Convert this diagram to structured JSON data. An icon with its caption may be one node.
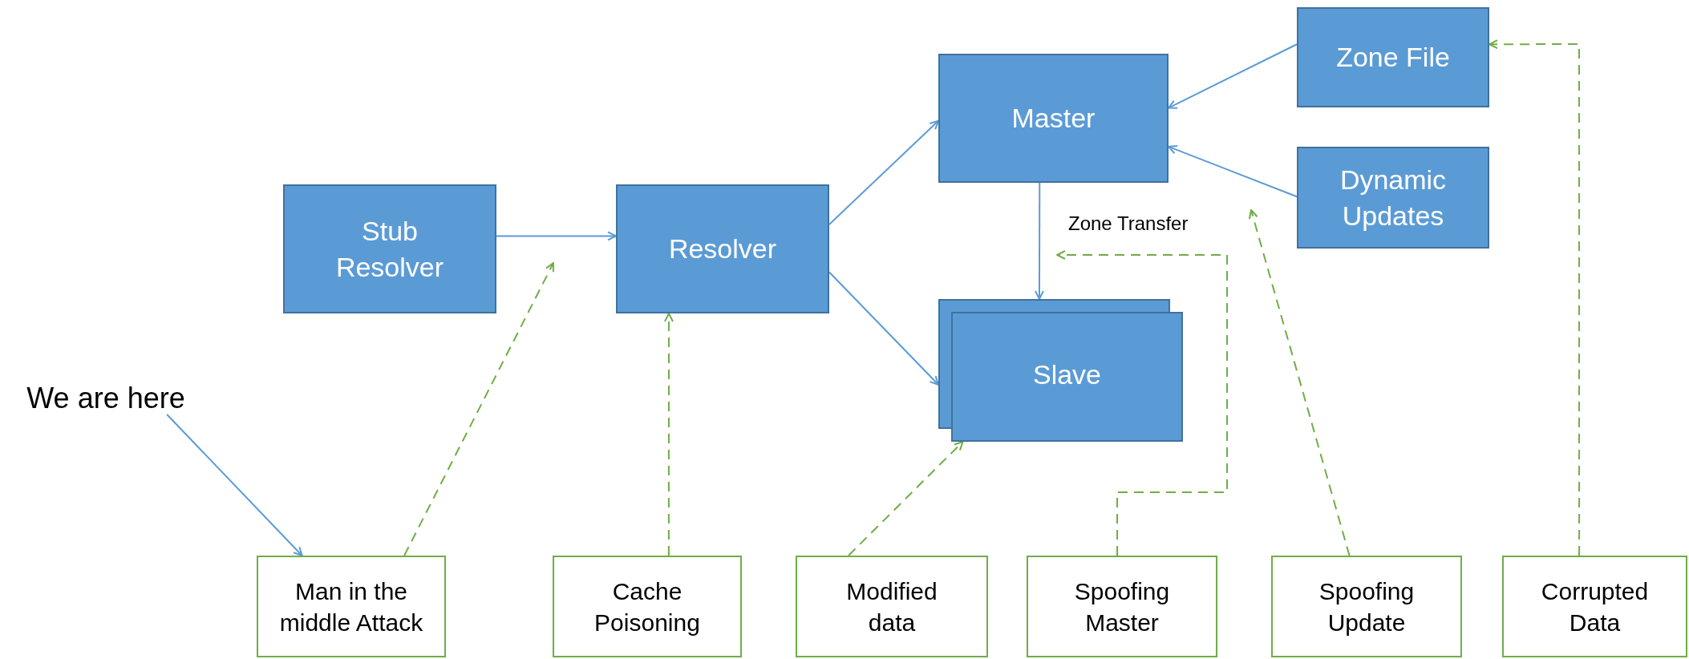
{
  "diagram": {
    "nodes": [
      {
        "text": [
          "Stub Resolver"
        ]
      },
      {
        "text": [
          "Resolver"
        ]
      },
      {
        "text": [
          "Master"
        ]
      },
      {
        "text": [
          "Slave"
        ]
      },
      {
        "text": [
          "Zone File"
        ]
      },
      {
        "text": [
          "Dynamic Updates"
        ]
      },
      {
        "text": [
          "We are here"
        ]
      },
      {
        "text": [
          "Man in the middle Attack"
        ]
      },
      {
        "text": [
          "Cache Poisoning"
        ]
      },
      {
        "text": [
          "Modified data"
        ]
      },
      {
        "text": [
          "Spoofing Master"
        ]
      },
      {
        "text": [
          "Spoofing Update"
        ]
      },
      {
        "text": [
          "Corrupted Data"
        ]
      }
    ],
    "edges": [
      {
        "from": 0,
        "to": 1,
        "arrow": "to"
      },
      {
        "from": 1,
        "to": 2,
        "arrow": "to"
      },
      {
        "from": 1,
        "to": 3,
        "arrow": "to"
      },
      {
        "from": 4,
        "to": 2,
        "arrow": "to"
      },
      {
        "from": 5,
        "to": 2,
        "arrow": "to"
      },
      {
        "from": 2,
        "to": 3,
        "arrow": "to",
        "label": "Zone Transfer"
      },
      {
        "from": 6,
        "to": 7,
        "arrow": "to"
      },
      {
        "from": 7,
        "to": null,
        "arrow": "to",
        "style": "dashed",
        "color": "#70ad47"
      },
      {
        "from": 8,
        "to": 1,
        "arrow": "to",
        "style": "dashed",
        "color": "#70ad47"
      },
      {
        "from": 9,
        "to": 3,
        "arrow": "to",
        "style": "dashed",
        "color": "#70ad47"
      },
      {
        "from": 10,
        "to": null,
        "arrow": "to",
        "style": "dashed",
        "color": "#70ad47"
      },
      {
        "from": 11,
        "to": null,
        "arrow": "to",
        "style": "dashed",
        "color": "#70ad47"
      },
      {
        "from": 12,
        "to": 4,
        "arrow": "to",
        "style": "dashed",
        "color": "#70ad47"
      }
    ]
  }
}
